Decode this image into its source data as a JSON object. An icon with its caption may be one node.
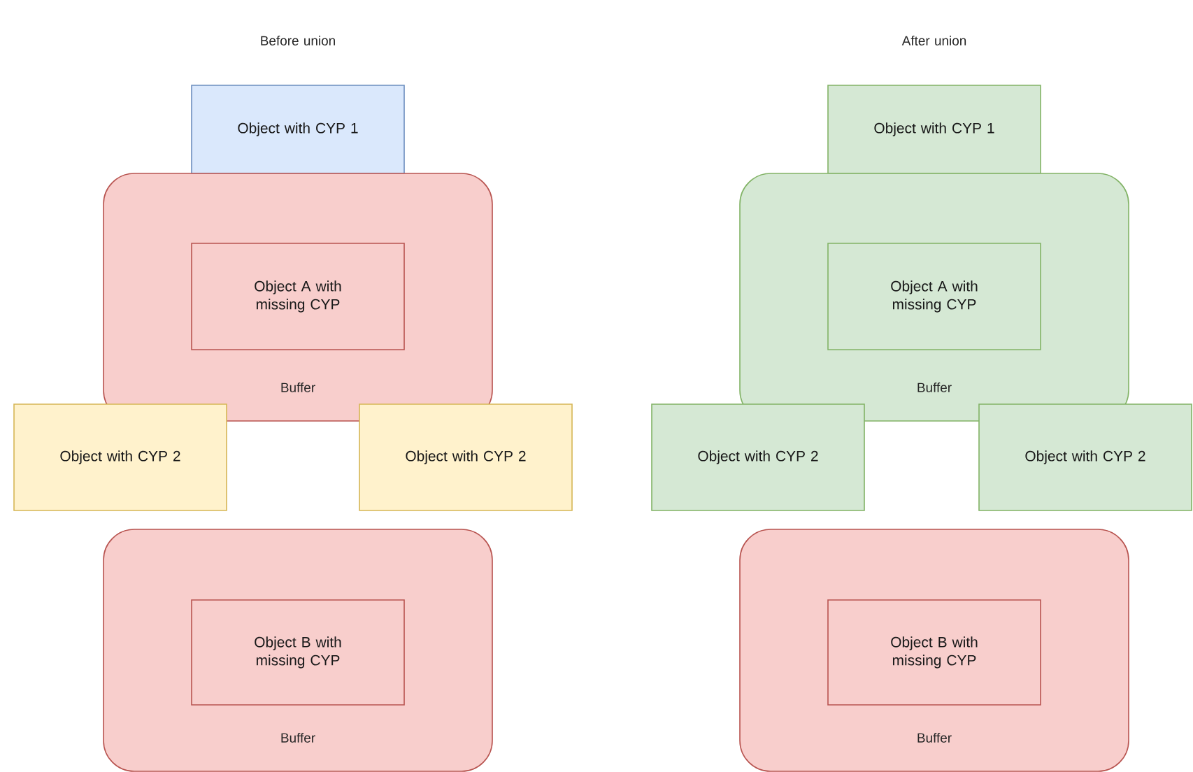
{
  "diagram": {
    "nodes": [
      {
        "text": [
          "Object with CYP 1"
        ]
      },
      {
        "text": [
          "Buffer"
        ]
      },
      {
        "text": [
          "Object A with missing CYP"
        ],
        "in": 1
      },
      {
        "text": [
          "Object with CYP 2"
        ]
      },
      {
        "text": [
          "Object with CYP 2"
        ]
      },
      {
        "text": [
          "Buffer"
        ]
      },
      {
        "text": [
          "Object B with missing CYP"
        ],
        "in": 5
      },
      {
        "text": [
          "Object with CYP 1"
        ]
      },
      {
        "text": [
          "Buffer"
        ]
      },
      {
        "text": [
          "Object A with missing CYP"
        ],
        "in": 8
      },
      {
        "text": [
          "Object with CYP 2"
        ]
      },
      {
        "text": [
          "Object with CYP 2"
        ]
      },
      {
        "text": [
          "Buffer"
        ]
      },
      {
        "text": [
          "Object B with missing CYP"
        ],
        "in": 12
      }
    ],
    "labels": [
      "Before union",
      "After union"
    ]
  }
}
